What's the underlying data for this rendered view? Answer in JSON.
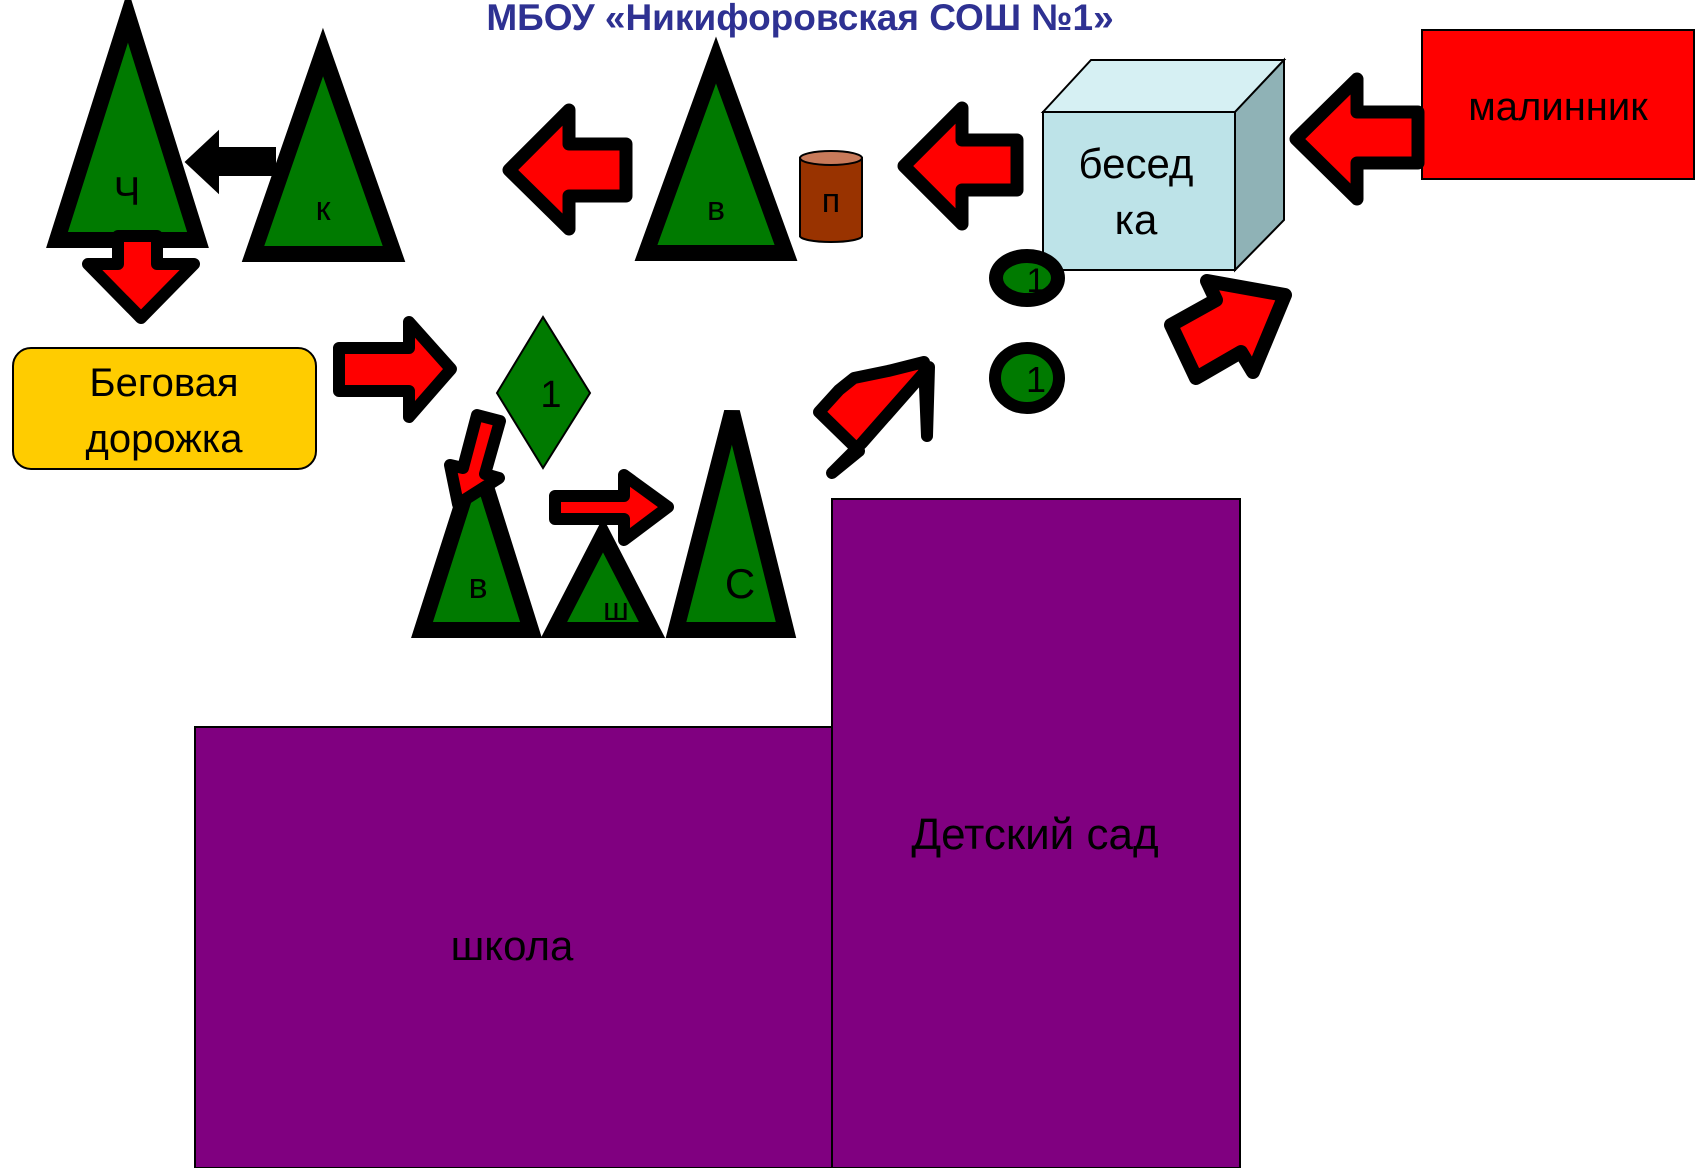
{
  "title": "МБОУ «Никифоровская СОШ №1»",
  "colors": {
    "tree_fill": "#007a00",
    "arrow_fill": "#ff0000",
    "arrow_outline": "#000000",
    "building_fill": "#800080",
    "track_fill": "#ffcc00",
    "gazebo_front": "#bde3e8",
    "gazebo_top": "#d6f0f3",
    "gazebo_side": "#8fb2b6",
    "raspberry_fill": "#ff0000",
    "bin_fill": "#993300",
    "title_color": "#2e3192"
  },
  "trees": {
    "tree_1": "Ч",
    "tree_2": "к",
    "tree_3": "в",
    "tree_4": "в",
    "tree_5": "ш",
    "tree_6": "С"
  },
  "bin_label": "п",
  "gazebo": {
    "line1": "бесед",
    "line2": "ка"
  },
  "raspberry_label": "малинник",
  "track": {
    "line1": "Беговая",
    "line2": "дорожка"
  },
  "diamond_label": "1",
  "circles": {
    "circle_1": "1",
    "circle_2": "1"
  },
  "school_label": "школа",
  "kindergarten_label": "Детский сад"
}
